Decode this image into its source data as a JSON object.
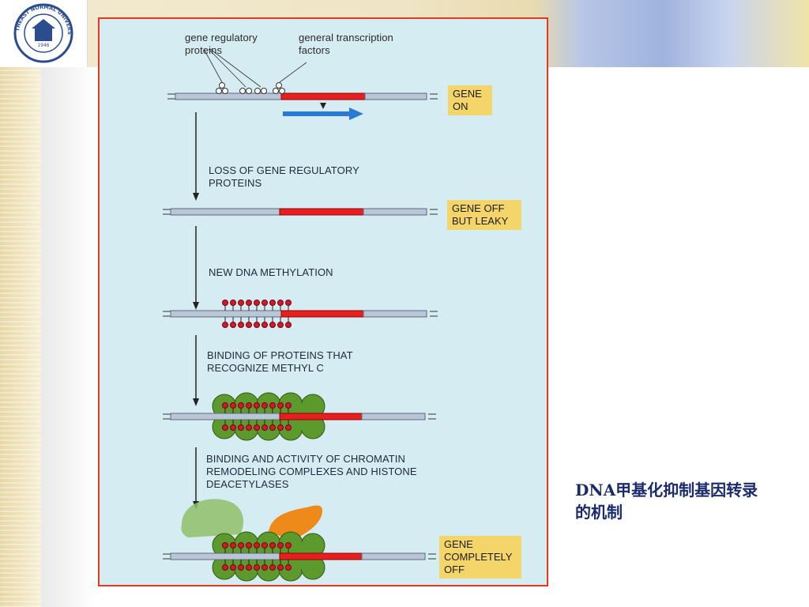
{
  "slide": {
    "caption": "DNA甲基化抑制基因转录的机制",
    "logo_text": "NORTHEAST NORMAL UNIVERSITY",
    "logo_year": "1946"
  },
  "figure": {
    "label_regulatory": "gene regulatory proteins",
    "label_transcription": "general transcription factors",
    "steps": [
      "LOSS OF GENE REGULATORY PROTEINS",
      "NEW DNA METHYLATION",
      "BINDING OF PROTEINS THAT RECOGNIZE METHYL C",
      "BINDING AND ACTIVITY OF CHROMATIN REMODELING COMPLEXES AND HISTONE DEACETYLASES"
    ],
    "states": [
      "GENE ON",
      "GENE OFF BUT LEAKY",
      "GENE COMPLETELY OFF"
    ]
  },
  "colors": {
    "border": "#e23a1c",
    "dna": "#b8c7d8",
    "gene": "#e62020",
    "methyl": "#d01a2a",
    "protein": "#5c9a2e",
    "state_box": "#f4d56a",
    "arrow": "#2c7ad6"
  }
}
